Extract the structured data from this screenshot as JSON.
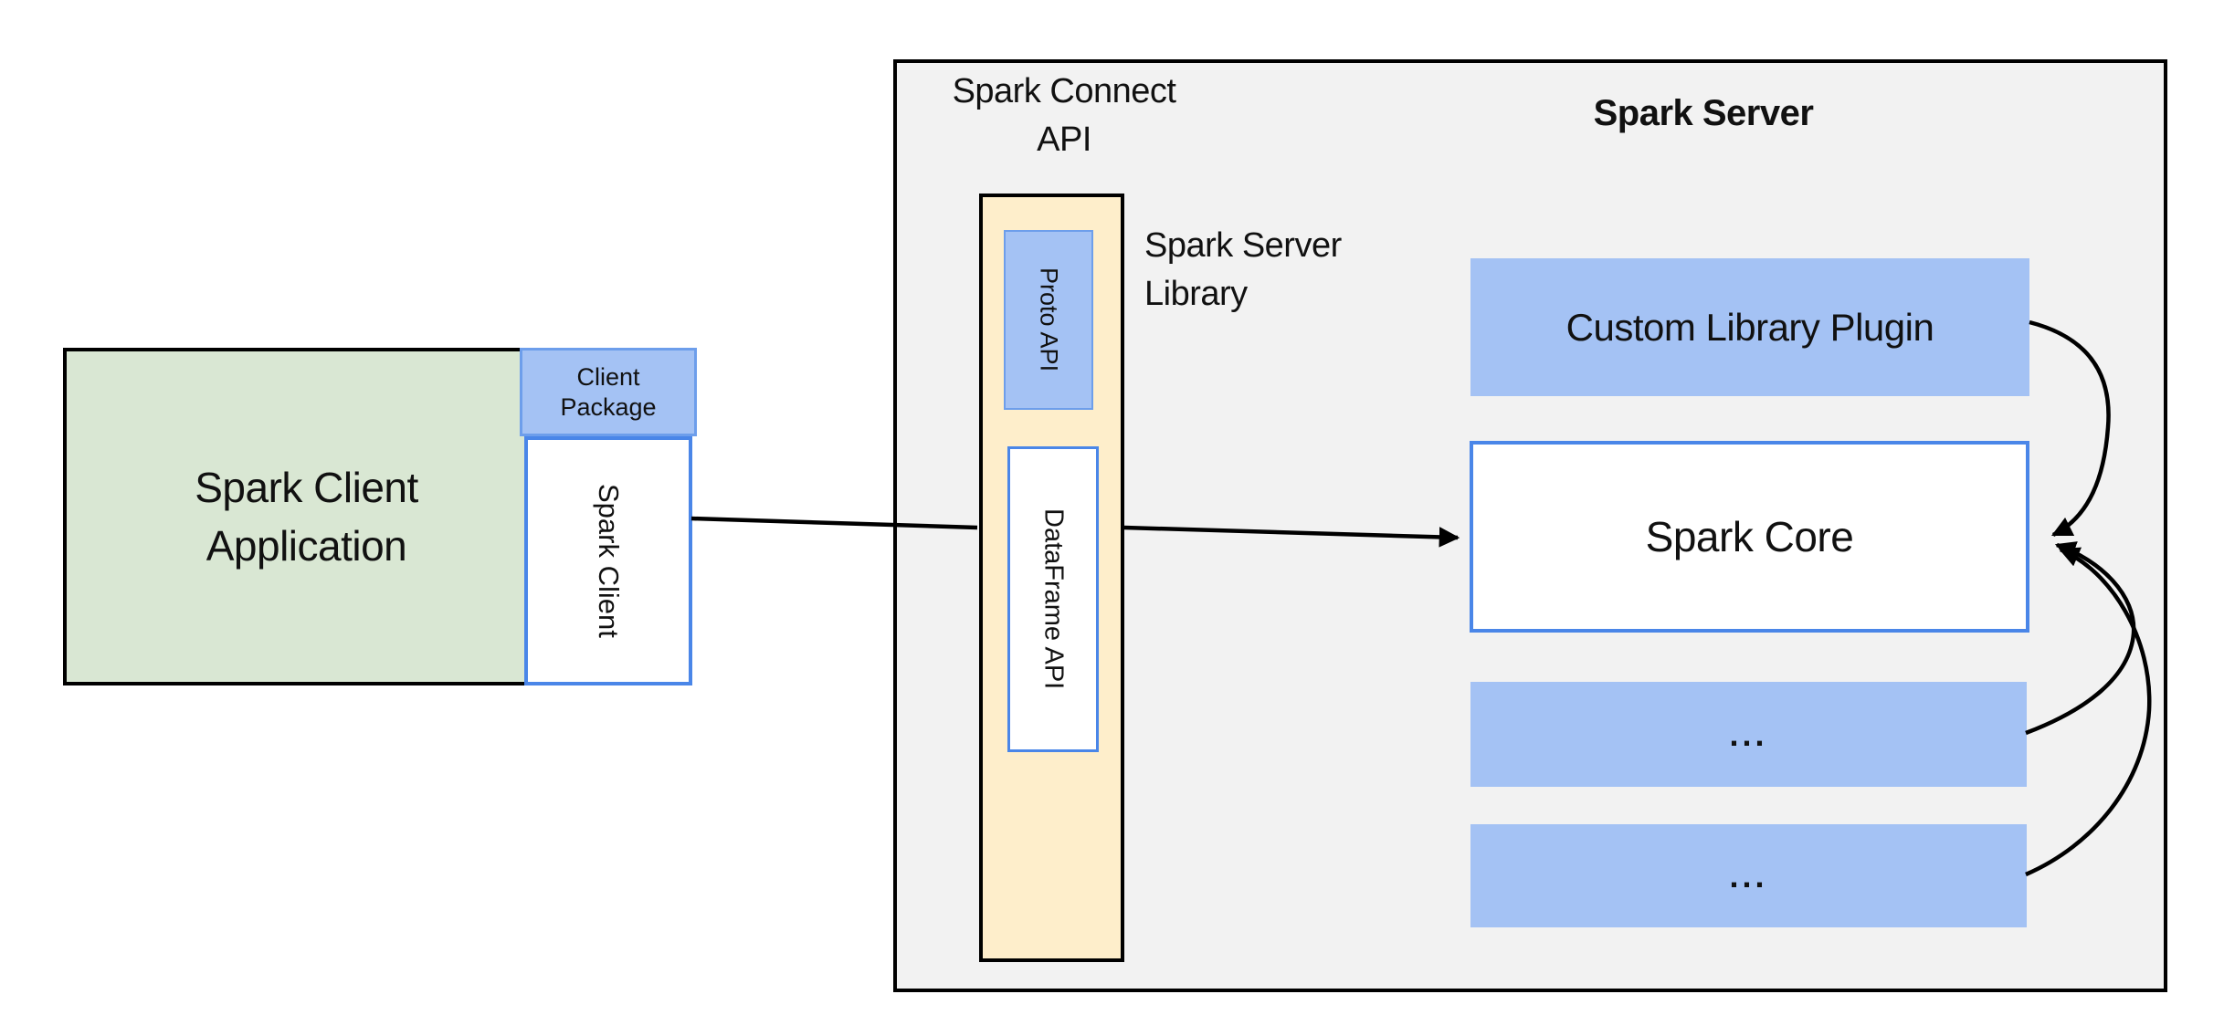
{
  "colors": {
    "background": "#ffffff",
    "outline": "#000000",
    "server_panel_fill": "#f2f2f2",
    "client_app_fill": "#d9e7d3",
    "blue_box_fill": "#a4c2f4",
    "blue_box_border": "#6d9eeb",
    "white_box_border": "#4a86e8",
    "library_box_fill": "#feeecb",
    "text": "#111111"
  },
  "diagram": {
    "client": {
      "app_line1": "Spark Client",
      "app_line2": "Application",
      "package_line1": "Client",
      "package_line2": "Package",
      "spark_client": "Spark Client"
    },
    "connect": {
      "api_line1": "Spark Connect",
      "api_line2": "API",
      "proto_api": "Proto API",
      "dataframe_api": "DataFrame API",
      "library_line1": "Spark Server",
      "library_line2": "Library"
    },
    "server": {
      "title": "Spark Server",
      "custom_plugin": "Custom Library Plugin",
      "spark_core": "Spark Core",
      "ellipsis_1": "...",
      "ellipsis_2": "..."
    }
  }
}
